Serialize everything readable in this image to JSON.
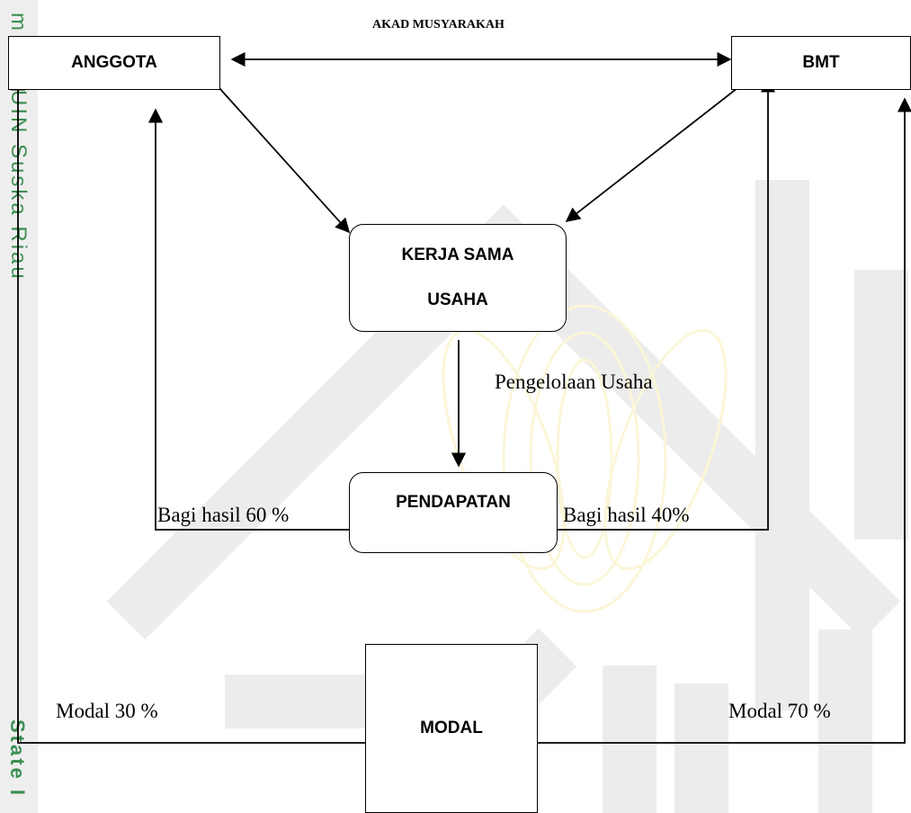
{
  "watermark": {
    "side_top": "m",
    "side_mid": "UIN Suska Riau",
    "side_bottom": "State I"
  },
  "diagram": {
    "title": "AKAD MUSYARAKAH",
    "nodes": {
      "anggota": "ANGGOTA",
      "bmt": "BMT",
      "kerja_sama_line1": "KERJA SAMA",
      "kerja_sama_line2": "USAHA",
      "pendapatan": "PENDAPATAN",
      "modal": "MODAL"
    },
    "labels": {
      "pengelolaan": "Pengelolaan Usaha",
      "bagi_hasil_anggota": "Bagi hasil 60 %",
      "bagi_hasil_bmt": "Bagi hasil 40%",
      "modal_anggota": "Modal 30 %",
      "modal_bmt": "Modal 70 %"
    }
  },
  "colors": {
    "watermark_text": "#3c8f52",
    "watermark_logo": "#ececec",
    "watermark_flower": "#fbf6d8",
    "strip": "#eeeeee",
    "line": "#000000"
  }
}
